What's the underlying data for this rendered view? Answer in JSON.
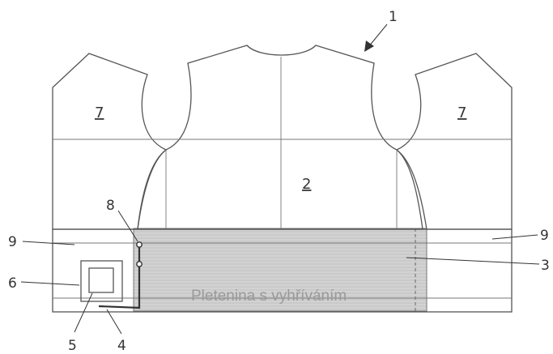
{
  "labels": {
    "n1": "1",
    "n2": "2",
    "n3": "3",
    "n4": "4",
    "n5": "5",
    "n6": "6",
    "n7": "7",
    "n8": "8",
    "n9": "9"
  },
  "heated_fabric_text": "Pletenina s vyhříváním",
  "colors": {
    "heated_fabric": "#cfcfcf",
    "lines": "#555555"
  }
}
